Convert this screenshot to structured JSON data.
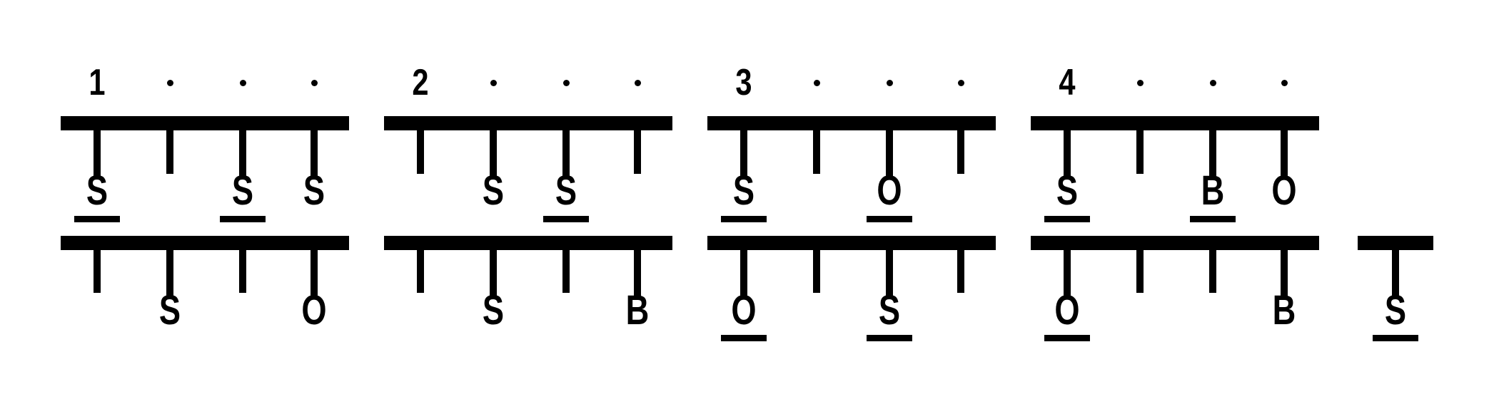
{
  "counts": [
    {
      "beat": "1",
      "subdivisions": [
        "·",
        "·",
        "·"
      ]
    },
    {
      "beat": "2",
      "subdivisions": [
        "·",
        "·",
        "·"
      ]
    },
    {
      "beat": "3",
      "subdivisions": [
        "·",
        "·",
        "·"
      ]
    },
    {
      "beat": "4",
      "subdivisions": [
        "·",
        "·",
        "·"
      ]
    }
  ],
  "rows": [
    {
      "groups": [
        {
          "notes": [
            {
              "stroke": "S",
              "accent": true
            },
            null,
            {
              "stroke": "S",
              "accent": true
            },
            {
              "stroke": "S",
              "accent": false
            }
          ]
        },
        {
          "notes": [
            null,
            {
              "stroke": "S",
              "accent": false
            },
            {
              "stroke": "S",
              "accent": true
            },
            null
          ]
        },
        {
          "notes": [
            {
              "stroke": "S",
              "accent": true
            },
            null,
            {
              "stroke": "O",
              "accent": true
            },
            null
          ]
        },
        {
          "notes": [
            {
              "stroke": "S",
              "accent": true
            },
            null,
            {
              "stroke": "B",
              "accent": true
            },
            {
              "stroke": "O",
              "accent": false
            }
          ]
        }
      ]
    },
    {
      "groups": [
        {
          "notes": [
            null,
            {
              "stroke": "S",
              "accent": false
            },
            null,
            {
              "stroke": "O",
              "accent": false
            }
          ]
        },
        {
          "notes": [
            null,
            {
              "stroke": "S",
              "accent": false
            },
            null,
            {
              "stroke": "B",
              "accent": false
            }
          ]
        },
        {
          "notes": [
            {
              "stroke": "O",
              "accent": true
            },
            null,
            {
              "stroke": "S",
              "accent": true
            },
            null
          ]
        },
        {
          "notes": [
            {
              "stroke": "O",
              "accent": true
            },
            null,
            null,
            {
              "stroke": "B",
              "accent": false
            }
          ]
        },
        {
          "notes": [
            {
              "stroke": "S",
              "accent": true
            }
          ]
        }
      ]
    }
  ]
}
